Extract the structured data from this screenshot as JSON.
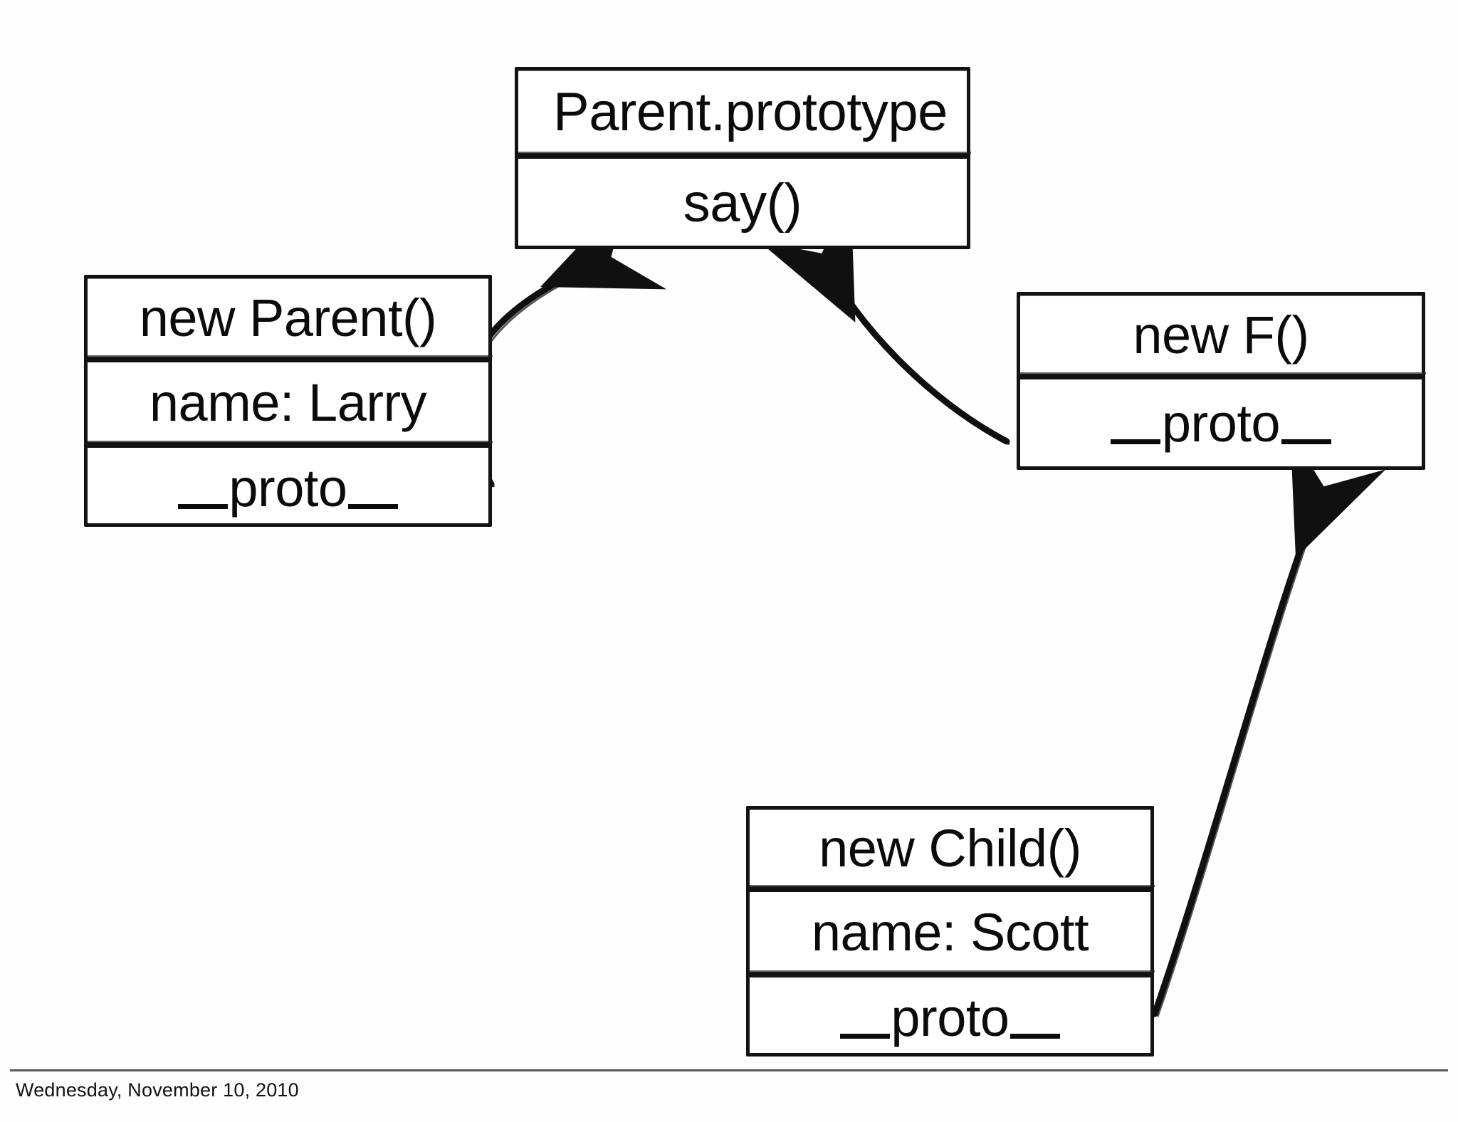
{
  "slide": {
    "background_color": "#ffffff",
    "ink_color": "#111111",
    "footer": {
      "date": "Wednesday, November 10, 2010",
      "rule_color": "#5a5a5a"
    }
  },
  "diagram": {
    "type": "uml-object-diagram",
    "boxes": [
      {
        "id": "parent-prototype",
        "title": "Parent.prototype",
        "rows": [
          "say()"
        ]
      },
      {
        "id": "new-parent",
        "title": "new Parent()",
        "rows": [
          "name: Larry",
          "__proto__"
        ]
      },
      {
        "id": "new-f",
        "title": "new F()",
        "rows": [
          "__proto__"
        ]
      },
      {
        "id": "new-child",
        "title": "new Child()",
        "rows": [
          "name: Scott",
          "__proto__"
        ]
      }
    ],
    "arrows": [
      {
        "id": "arrow-parent-to-prototype",
        "from": "new-parent.__proto__",
        "to": "parent-prototype"
      },
      {
        "id": "arrow-f-to-prototype",
        "from": "new-f.__proto__",
        "to": "parent-prototype"
      },
      {
        "id": "arrow-child-to-f",
        "from": "new-child.__proto__",
        "to": "new-f"
      }
    ],
    "proto_label_parts": {
      "underscore": "__",
      "word": "proto"
    }
  }
}
